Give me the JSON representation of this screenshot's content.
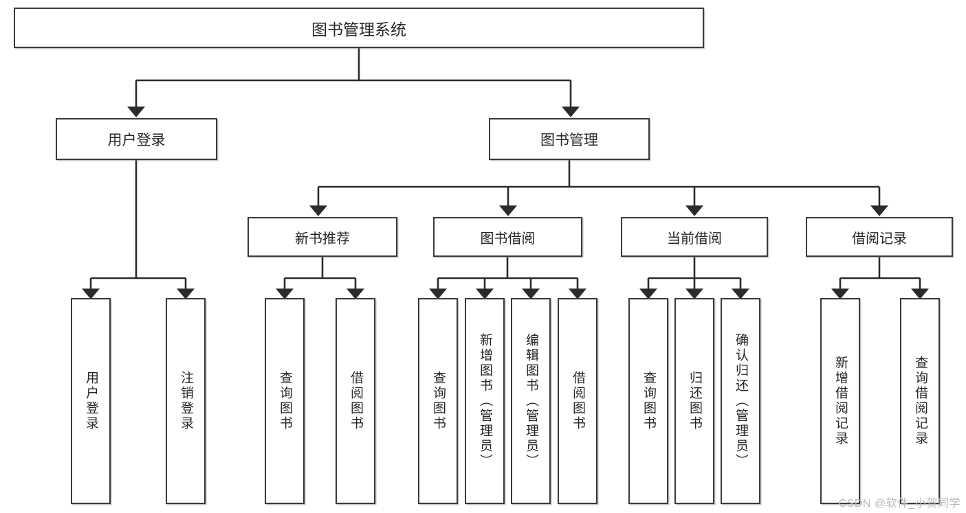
{
  "diagram": {
    "title": "图书管理系统",
    "type": "hierarchy-tree",
    "colors": {
      "box_border": "#3a3a3a",
      "box_fill": "#ffffff",
      "edge": "#2b2b2b",
      "text": "#262626",
      "watermark": "#b9b9b9"
    },
    "root": {
      "label": "图书管理系统"
    },
    "level1": [
      {
        "label": "用户登录"
      },
      {
        "label": "图书管理"
      }
    ],
    "level2": [
      {
        "label": "新书推荐"
      },
      {
        "label": "图书借阅"
      },
      {
        "label": "当前借阅"
      },
      {
        "label": "借阅记录"
      }
    ],
    "leaves": {
      "user_login": [
        {
          "label": "用户登录"
        },
        {
          "label": "注销登录"
        }
      ],
      "new_book": [
        {
          "label": "查询图书"
        },
        {
          "label": "借阅图书"
        }
      ],
      "book_borrow": [
        {
          "label": "查询图书"
        },
        {
          "label": "新增图书（管理员）"
        },
        {
          "label": "编辑图书（管理员）"
        },
        {
          "label": "借阅图书"
        }
      ],
      "current_borrow": [
        {
          "label": "查询图书"
        },
        {
          "label": "归还图书"
        },
        {
          "label": "确认归还（管理员）"
        }
      ],
      "borrow_record": [
        {
          "label": "新增借阅记录"
        },
        {
          "label": "查询借阅记录"
        }
      ]
    }
  },
  "watermark": {
    "text": "CSDN @软件_小贺同学"
  }
}
